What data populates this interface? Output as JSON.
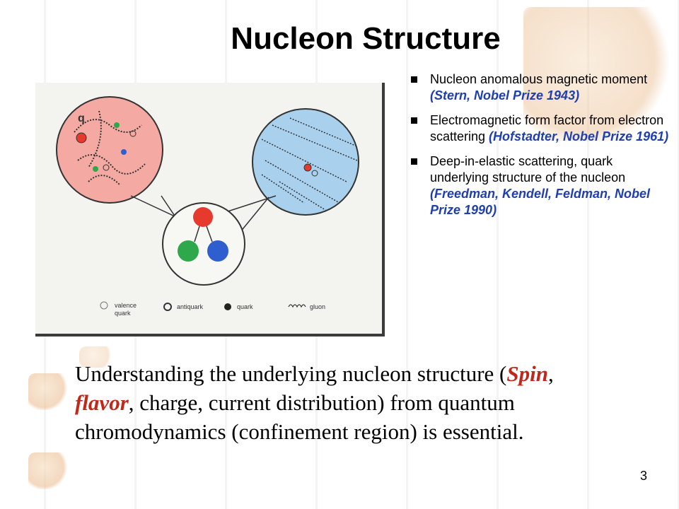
{
  "slide": {
    "title": "Nucleon Structure",
    "page_number": "3"
  },
  "diagram": {
    "legend": {
      "valence": "valence",
      "valence_2": "quark",
      "antiquark": "antiquark",
      "quark": "quark",
      "gluon": "gluon"
    },
    "colors": {
      "red_quark": "#e63a2c",
      "green_quark": "#2ea84a",
      "blue_quark": "#2f5fcf",
      "left_bubble": "#f4a9a3",
      "right_bubble": "#a9d1ee"
    }
  },
  "bullets": [
    {
      "text": "Nucleon anomalous magnetic moment ",
      "cite": "(Stern, Nobel Prize 1943)"
    },
    {
      "text": "Electromagnetic form factor from electron scattering ",
      "cite": "(Hofstadter, Nobel Prize 1961)"
    },
    {
      "text": "Deep-in-elastic scattering, quark underlying structure of the nucleon ",
      "cite": "(Freedman, Kendell, Feldman, Nobel Prize 1990)"
    }
  ],
  "statement": {
    "part1": "Understanding the underlying nucleon structure (",
    "spin": "Spin",
    "comma": ", ",
    "flavor": "flavor",
    "part2": ", charge, current distribution) from quantum chromodynamics (confinement region) is essential."
  }
}
